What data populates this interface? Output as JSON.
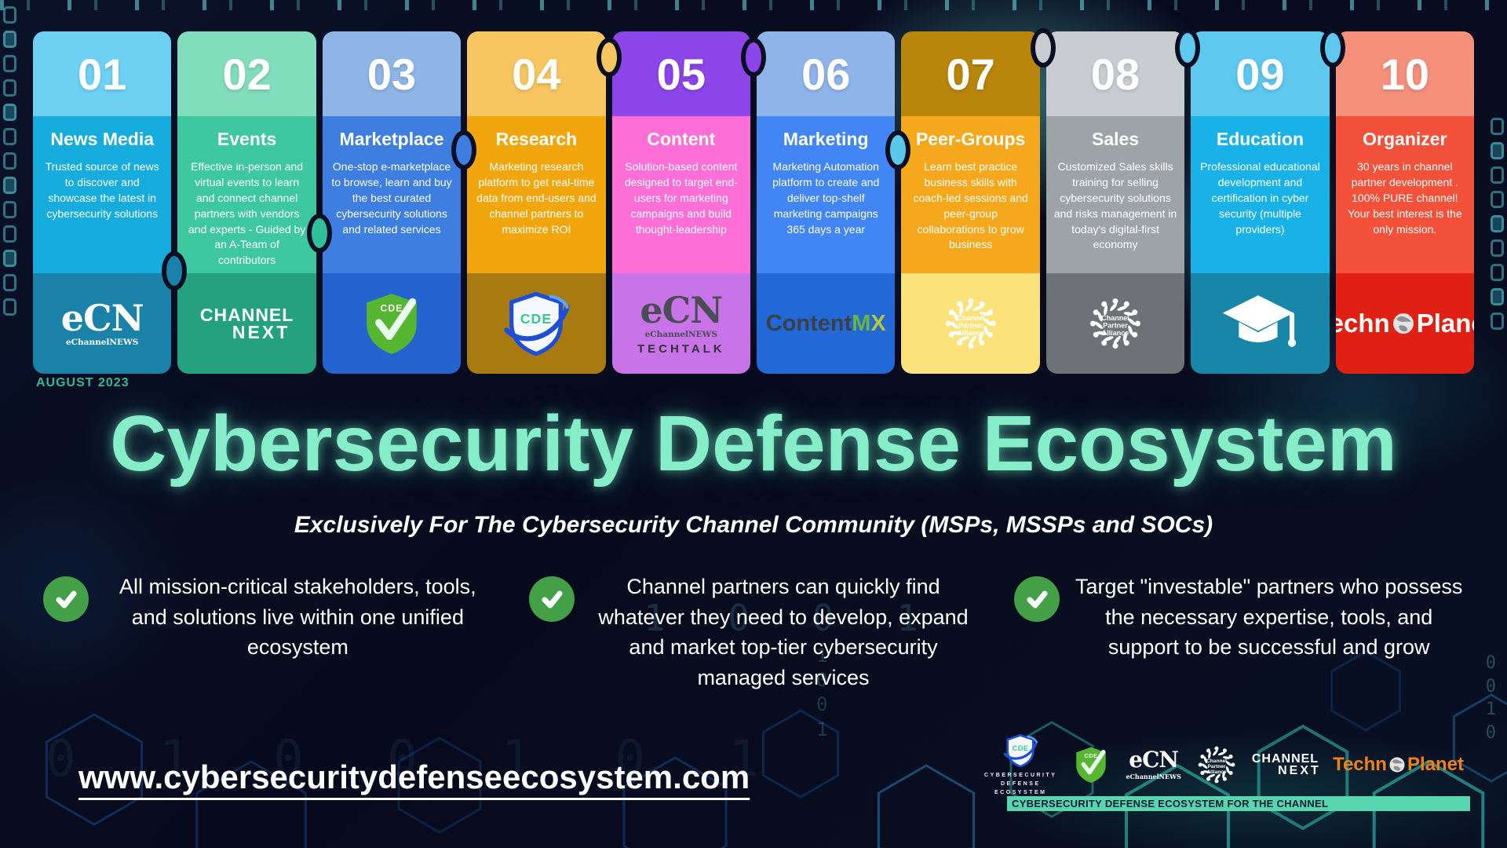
{
  "date_label": "AUGUST 2023",
  "hero": {
    "title": "Cybersecurity Defense Ecosystem",
    "subtitle": "Exclusively For The Cybersecurity Channel Community (MSPs, MSSPs and SOCs)"
  },
  "palette": {
    "title_mint": "#85eec9",
    "check_green": "#43a047",
    "banner_bg": "#57d6b0",
    "date_label": "#35b896"
  },
  "cards": [
    {
      "number": "01",
      "title": "News Media",
      "description": "Trusted source of news to discover and showcase the latest in cybersecurity solutions",
      "colors": {
        "top": "#6ed1f4",
        "mid": "#16acde",
        "bottom": "#1a82a8"
      },
      "logo": {
        "type": "ecn",
        "lines": [
          "eCN",
          "eChannelNEWS"
        ]
      }
    },
    {
      "number": "02",
      "title": "Events",
      "description": "Effective in-person and virtual events to learn and connect channel partners with vendors and experts - Guided by an A-Team of contributors",
      "colors": {
        "top": "#82ddbd",
        "mid": "#3ec8a0",
        "bottom": "#24a27f"
      },
      "logo": {
        "type": "channelnext",
        "lines": [
          "CHANNEL",
          "NEXT"
        ]
      }
    },
    {
      "number": "03",
      "title": "Marketplace",
      "description": "One-stop e-marketplace to browse, learn and buy the best curated cybersecurity solutions and related services",
      "colors": {
        "top": "#8fb4e6",
        "mid": "#3d7ee0",
        "bottom": "#2563ce"
      },
      "logo": {
        "type": "shield-green",
        "lines": [
          "CDE"
        ]
      }
    },
    {
      "number": "04",
      "title": "Research",
      "description": "Marketing research platform to get real-time data from end-users and channel partners to maximize ROI",
      "colors": {
        "top": "#f7c660",
        "mid": "#f2a60e",
        "bottom": "#a87b10"
      },
      "logo": {
        "type": "shield-cde",
        "lines": [
          "CDE"
        ]
      }
    },
    {
      "number": "05",
      "title": "Content",
      "description": "Solution-based content designed to target end-users for marketing campaigns and build thought-leadership",
      "colors": {
        "top": "#8b45e8",
        "mid": "#ff6fd8",
        "bottom": "#c873e8"
      },
      "logo": {
        "type": "ecn-techtalk",
        "lines": [
          "eCN",
          "eChannelNEWS",
          "TECHTALK"
        ]
      }
    },
    {
      "number": "06",
      "title": "Marketing",
      "description": "Marketing Automation platform to create and deliver top-shelf marketing campaigns 365 days a year",
      "colors": {
        "top": "#8fb4ea",
        "mid": "#4285f4",
        "bottom": "#2268d6"
      },
      "logo": {
        "type": "contentmx",
        "lines": [
          "Content",
          "M",
          "X"
        ]
      }
    },
    {
      "number": "07",
      "title": "Peer-Groups",
      "description": "Learn best practice business skills with coach-led sessions and peer-group collaborations to grow business",
      "colors": {
        "top": "#b8860b",
        "mid": "#f5a81c",
        "bottom": "#fbe27a"
      },
      "logo": {
        "type": "cpa",
        "lines": [
          "Channel",
          "Partner",
          "Alliance"
        ]
      }
    },
    {
      "number": "08",
      "title": "Sales",
      "description": "Customized Sales skills training for selling cybersecurity solutions and risks management in today's digital-first economy",
      "colors": {
        "top": "#c9cdd1",
        "mid": "#9ea3a8",
        "bottom": "#6e7276"
      },
      "logo": {
        "type": "cpa",
        "lines": [
          "Channel",
          "Partner",
          "Alliance"
        ]
      }
    },
    {
      "number": "09",
      "title": "Education",
      "description": "Professional educational development and certification in cyber security (multiple providers)",
      "colors": {
        "top": "#5fc8ef",
        "mid": "#18b2e8",
        "bottom": "#1886a8"
      },
      "logo": {
        "type": "grad-cap"
      }
    },
    {
      "number": "10",
      "title": "Organizer",
      "description": "30 years in channel partner development . 100% PURE channel! Your best interest is the only mission.",
      "colors": {
        "top": "#f5907b",
        "mid": "#f4513a",
        "bottom": "#e02012"
      },
      "logo": {
        "type": "technoplanet",
        "lines": [
          "Techn",
          "Planet"
        ],
        "color": "#ffffff"
      }
    }
  ],
  "benefits": [
    "All mission-critical stakeholders, tools, and solutions live within one unified ecosystem",
    "Channel partners can quickly find whatever they need to develop, expand and market top-tier cybersecurity managed services",
    "Target \"investable\" partners who possess the necessary expertise, tools, and support to be successful and grow"
  ],
  "footer": {
    "url": "www.cybersecuritydefenseecosystem.com",
    "banner": "CYBERSECURITY DEFENSE ECOSYSTEM FOR THE CHANNEL",
    "logos": [
      {
        "type": "cde-full",
        "lines": [
          "CYBERSECURITY",
          "DEFENSE",
          "ECOSYSTEM"
        ]
      },
      {
        "type": "shield-green",
        "lines": [
          "CDE"
        ]
      },
      {
        "type": "ecn",
        "lines": [
          "eCN",
          "eChannelNEWS"
        ]
      },
      {
        "type": "cpa",
        "lines": [
          "Channel",
          "Partner",
          "Alliance"
        ]
      },
      {
        "type": "channelnext",
        "lines": [
          "CHANNEL",
          "NEXT"
        ]
      },
      {
        "type": "technoplanet",
        "lines": [
          "Techn",
          "Planet"
        ],
        "color": "#f08018"
      }
    ]
  }
}
